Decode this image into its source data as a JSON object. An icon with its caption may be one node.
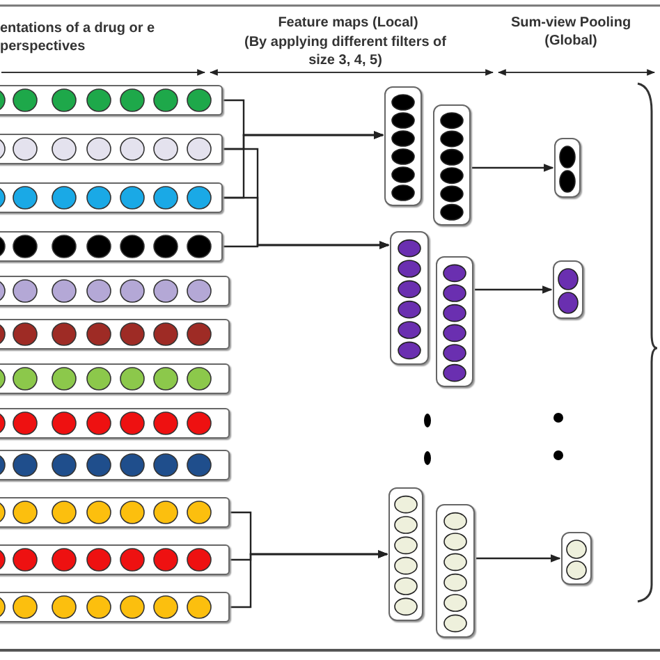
{
  "diagram": {
    "nodes": [
      {
        "text": [],
        "shape": "bar"
      },
      {
        "text": [],
        "shape": "bar"
      },
      {
        "text": [],
        "shape": "bar"
      },
      {
        "text": [],
        "shape": "bar"
      },
      {
        "text": [],
        "shape": "bar"
      },
      {
        "text": [],
        "shape": "bar"
      },
      {
        "text": [],
        "shape": "bar"
      },
      {
        "text": [],
        "shape": "bar"
      },
      {
        "text": [],
        "shape": "bar"
      },
      {
        "text": [],
        "shape": "bar"
      },
      {
        "text": [],
        "shape": "bar"
      },
      {
        "text": [],
        "shape": "bar"
      },
      {
        "text": [],
        "shape": "box"
      },
      {
        "text": [],
        "shape": "box"
      },
      {
        "text": [],
        "shape": "box"
      },
      {
        "text": [],
        "shape": "box"
      },
      {
        "text": [],
        "shape": "box"
      },
      {
        "text": [],
        "shape": "box"
      },
      {
        "text": [],
        "shape": "box"
      },
      {
        "text": [],
        "shape": "box"
      },
      {
        "text": [],
        "shape": "box"
      }
    ],
    "edges": [
      {
        "from": 0,
        "to": 12,
        "arrow": "to"
      },
      {
        "from": 1,
        "to": 12,
        "arrow": "to"
      },
      {
        "from": 2,
        "to": 12,
        "arrow": "to"
      },
      {
        "from": 1,
        "to": 14,
        "arrow": "to"
      },
      {
        "from": 2,
        "to": 14,
        "arrow": "to"
      },
      {
        "from": 3,
        "to": 14,
        "arrow": "to"
      },
      {
        "from": 9,
        "to": 16,
        "arrow": "to"
      },
      {
        "from": 10,
        "to": 16,
        "arrow": "to"
      },
      {
        "from": 11,
        "to": 16,
        "arrow": "to"
      },
      {
        "from": 13,
        "to": 18,
        "arrow": "to"
      },
      {
        "from": 15,
        "to": 19,
        "arrow": "to"
      },
      {
        "from": 17,
        "to": 20,
        "arrow": "to"
      }
    ],
    "labels": [
      "entations of a drug or e perspectives",
      "Feature maps (Local)",
      "(By applying different filters of size 3, 4, 5)",
      "Sum-view Pooling (Global)"
    ]
  }
}
